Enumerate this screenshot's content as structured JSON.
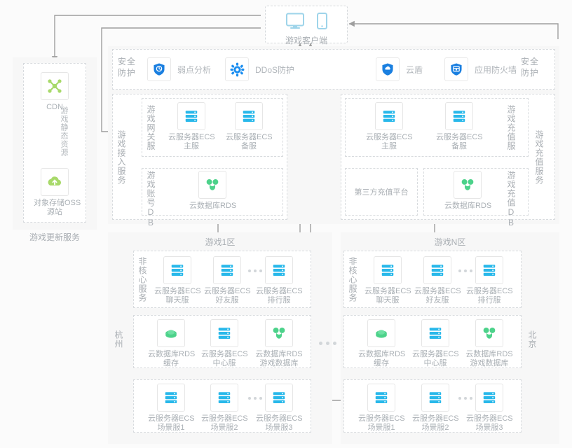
{
  "client": {
    "label": "游戏客户端",
    "icons": [
      "monitor-icon",
      "phone-icon"
    ]
  },
  "cdn_group": {
    "footer": "游戏更新服务",
    "nodes": [
      {
        "icon": "cdn-icon",
        "line1": "CDN",
        "line2": ""
      },
      {
        "icon": "oss-icon",
        "line1": "对象存储OSS",
        "line2": "源站"
      }
    ],
    "arrow_label": "游戏静态资源"
  },
  "security_left": {
    "label": "安全防护",
    "items": [
      {
        "icon": "shield-scan-icon",
        "label": "弱点分析"
      },
      {
        "icon": "ddos-gear-icon",
        "label": "DDoS防护"
      }
    ]
  },
  "security_right": {
    "label": "安全防护",
    "items": [
      {
        "icon": "cloud-shield-icon",
        "label": "云盾"
      },
      {
        "icon": "waf-shield-icon",
        "label": "应用防火墙"
      }
    ]
  },
  "access_service": {
    "label": "游戏接入服务",
    "gateway": {
      "label": "游戏网关服",
      "nodes": [
        {
          "icon": "ecs-icon",
          "line1": "云服务器ECS",
          "line2": "主服"
        },
        {
          "icon": "ecs-icon",
          "line1": "云服务器ECS",
          "line2": "备服"
        }
      ]
    },
    "account_db": {
      "label": "游戏账号DB",
      "nodes": [
        {
          "icon": "rds-icon",
          "line1": "云数据库RDS",
          "line2": ""
        }
      ]
    }
  },
  "recharge_service": {
    "label": "游戏充值服务",
    "recharge": {
      "label": "游戏充值服",
      "nodes": [
        {
          "icon": "ecs-icon",
          "line1": "云服务器ECS",
          "line2": "主服"
        },
        {
          "icon": "ecs-icon",
          "line1": "云服务器ECS",
          "line2": "备服"
        }
      ]
    },
    "third_party": {
      "label": "第三方充值平台"
    },
    "recharge_db": {
      "label": "游戏充值DB",
      "nodes": [
        {
          "icon": "rds-icon",
          "line1": "云数据库RDS",
          "line2": ""
        }
      ]
    }
  },
  "zones": [
    {
      "title": "游戏1区",
      "region": "杭州",
      "noncore": {
        "label": "非核心服务",
        "nodes": [
          {
            "icon": "ecs-icon",
            "line1": "云服务器ECS",
            "line2": "聊天服"
          },
          {
            "icon": "ecs-icon",
            "line1": "云服务器ECS",
            "line2": "好友服"
          },
          {
            "icon": "ecs-icon",
            "line1": "云服务器ECS",
            "line2": "排行服"
          }
        ]
      },
      "core": {
        "nodes": [
          {
            "icon": "rds-cache-icon",
            "line1": "云数据库RDS",
            "line2": "缓存"
          },
          {
            "icon": "ecs-icon",
            "line1": "云服务器ECS",
            "line2": "中心服"
          },
          {
            "icon": "rds-icon",
            "line1": "云数据库RDS",
            "line2": "游戏数据库"
          }
        ]
      },
      "scene": {
        "nodes": [
          {
            "icon": "ecs-icon",
            "line1": "云服务器ECS",
            "line2": "场景服1"
          },
          {
            "icon": "ecs-icon",
            "line1": "云服务器ECS",
            "line2": "场景服2"
          },
          {
            "icon": "ecs-icon",
            "line1": "云服务器ECS",
            "line2": "场景服3"
          }
        ]
      }
    },
    {
      "title": "游戏N区",
      "region": "北京",
      "noncore": {
        "label": "非核心服务",
        "nodes": [
          {
            "icon": "ecs-icon",
            "line1": "云服务器ECS",
            "line2": "聊天服"
          },
          {
            "icon": "ecs-icon",
            "line1": "云服务器ECS",
            "line2": "好友服"
          },
          {
            "icon": "ecs-icon",
            "line1": "云服务器ECS",
            "line2": "排行服"
          }
        ]
      },
      "core": {
        "nodes": [
          {
            "icon": "rds-cache-icon",
            "line1": "云数据库RDS",
            "line2": "缓存"
          },
          {
            "icon": "ecs-icon",
            "line1": "云服务器ECS",
            "line2": "中心服"
          },
          {
            "icon": "rds-icon",
            "line1": "云数据库RDS",
            "line2": "游戏数据库"
          }
        ]
      },
      "scene": {
        "nodes": [
          {
            "icon": "ecs-icon",
            "line1": "云服务器ECS",
            "line2": "场景服1"
          },
          {
            "icon": "ecs-icon",
            "line1": "云服务器ECS",
            "line2": "场景服2"
          },
          {
            "icon": "ecs-icon",
            "line1": "云服务器ECS",
            "line2": "场景服3"
          }
        ]
      }
    }
  ],
  "colors": {
    "ecs_blue": "#28b8ea",
    "rds_green": "#4cd28a",
    "cdn_green": "#a8d96a",
    "shield_blue": "#1a7fe0",
    "line_grey": "#9e9e9e",
    "dash_grey": "#d8dbde",
    "text_grey": "#a9aeb3"
  }
}
